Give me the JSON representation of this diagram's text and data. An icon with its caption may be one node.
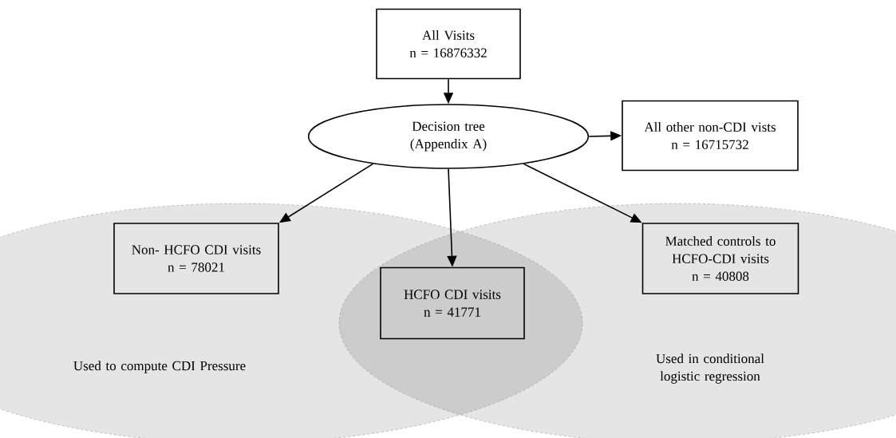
{
  "diagram": {
    "nodes": [
      {
        "text": [
          "All Visits",
          "n = 16876332"
        ]
      },
      {
        "text": [
          "Decision tree",
          "(Appendix A)"
        ]
      },
      {
        "text": [
          "All other non-CDI vists",
          "n = 16715732"
        ]
      },
      {
        "text": [
          "Used to compute CDI Pressure"
        ]
      },
      {
        "text": [
          "Non- HCFO CDI visits",
          "n = 78021"
        ],
        "in": 3
      },
      {
        "text": [
          "HCFO CDI visits",
          "n = 41771"
        ]
      },
      {
        "text": [
          "Used in conditional logistic regression"
        ]
      },
      {
        "text": [
          "Matched controls to HCFO-CDI visits",
          "n = 40808"
        ],
        "in": 6
      }
    ],
    "edges": [
      {
        "from": 0,
        "to": 1,
        "arrow": "to"
      },
      {
        "from": 1,
        "to": 2,
        "arrow": "to"
      },
      {
        "from": 1,
        "to": 4,
        "arrow": "to"
      },
      {
        "from": 1,
        "to": 5,
        "arrow": "to"
      },
      {
        "from": 1,
        "to": 7,
        "arrow": "to"
      }
    ]
  }
}
